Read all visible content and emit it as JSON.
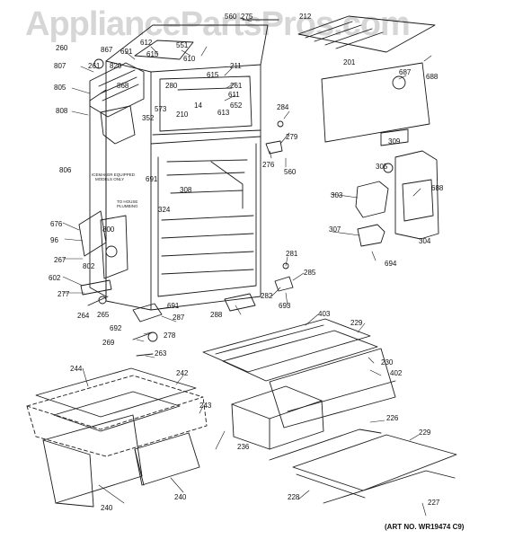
{
  "watermark": "AppliancePartsPros.com",
  "art_number": "(ART NO. WR19474 C9)",
  "notes": {
    "icemaker": "ICEMAKER EQUIPPED",
    "icemaker2": "MODELS ONLY",
    "plumbing": "TO HOUSE",
    "plumbing2": "PLUMBING"
  },
  "part_labels": [
    "560",
    "275",
    "212",
    "260",
    "867",
    "691",
    "612",
    "551",
    "615",
    "610",
    "807",
    "261",
    "820",
    "615",
    "280",
    "211",
    "261",
    "805",
    "868",
    "611",
    "652",
    "201",
    "687",
    "688",
    "573",
    "14",
    "284",
    "808",
    "352",
    "210",
    "613",
    "279",
    "309",
    "276",
    "560",
    "806",
    "691",
    "308",
    "305",
    "303",
    "688",
    "676",
    "324",
    "96",
    "800",
    "307",
    "304",
    "267",
    "694",
    "602",
    "802",
    "281",
    "285",
    "277",
    "282",
    "693",
    "288",
    "264",
    "265",
    "691",
    "287",
    "692",
    "278",
    "269",
    "263",
    "403",
    "229",
    "244",
    "242",
    "230",
    "402",
    "243",
    "226",
    "236",
    "229",
    "228",
    "240",
    "240",
    "227"
  ],
  "colors": {
    "line": "#1a1a1a",
    "watermark": "#d6d6d6"
  }
}
